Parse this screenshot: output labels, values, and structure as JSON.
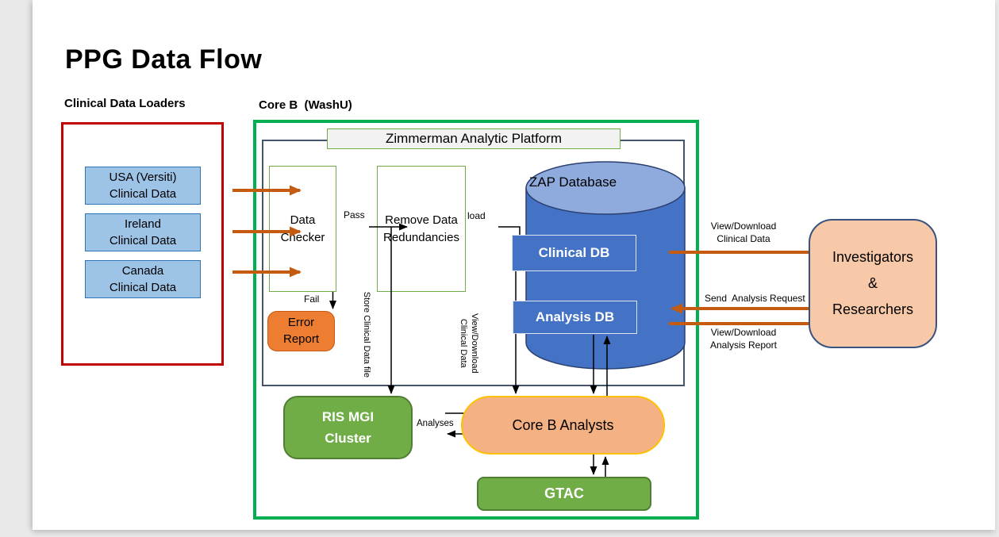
{
  "title": "PPG Data Flow",
  "colors": {
    "loader_region_border": "#c00000",
    "loader_box_fill": "#9dc3e6",
    "loader_box_border": "#2e74b5",
    "core_b_border": "#00b050",
    "platform_region_border": "#44546a",
    "process_border": "#70ad47",
    "platform_header_fill": "#f2f2f2",
    "orange_arrow": "#c55a11",
    "error_fill": "#ed7d31",
    "db_body_fill": "#4472c4",
    "db_top_fill": "#8faadc",
    "green_node_fill": "#70ad47",
    "analysts_fill": "#f4b183",
    "analysts_border": "#ffc000",
    "investigators_fill": "#f7c9a8",
    "investigators_border": "#3a5280"
  },
  "loaders": {
    "label": "Clinical Data Loaders",
    "items": [
      {
        "label": "USA (Versiti)\nClinical Data"
      },
      {
        "label": "Ireland\nClinical Data"
      },
      {
        "label": "Canada\nClinical Data"
      }
    ]
  },
  "core_b": {
    "label": "Core B  (WashU)",
    "platform_title": "Zimmerman Analytic Platform",
    "data_checker": "Data\nChecker",
    "remove_redundancies": "Remove Data\nRedundancies",
    "error_report": "Error\nReport",
    "zap_database": "ZAP Database",
    "clinical_db": "Clinical DB",
    "analysis_db": "Analysis DB",
    "ris_cluster": "RIS MGI\nCluster",
    "core_b_analysts": "Core B Analysts",
    "gtac": "GTAC"
  },
  "flow_labels": {
    "pass": "Pass",
    "fail": "Fail",
    "load": "load",
    "store_clinical_file": "Store Clinical Data file",
    "view_download_clinical_internal": "View/Download\nClinical Data",
    "analyses": "Analyses",
    "view_download_clinical": "View/Download\nClinical Data",
    "send_analysis_request": "Send  Analysis Request",
    "view_download_report": "View/Download\nAnalysis Report"
  },
  "external": {
    "investigators": "Investigators\n&\nResearchers"
  }
}
